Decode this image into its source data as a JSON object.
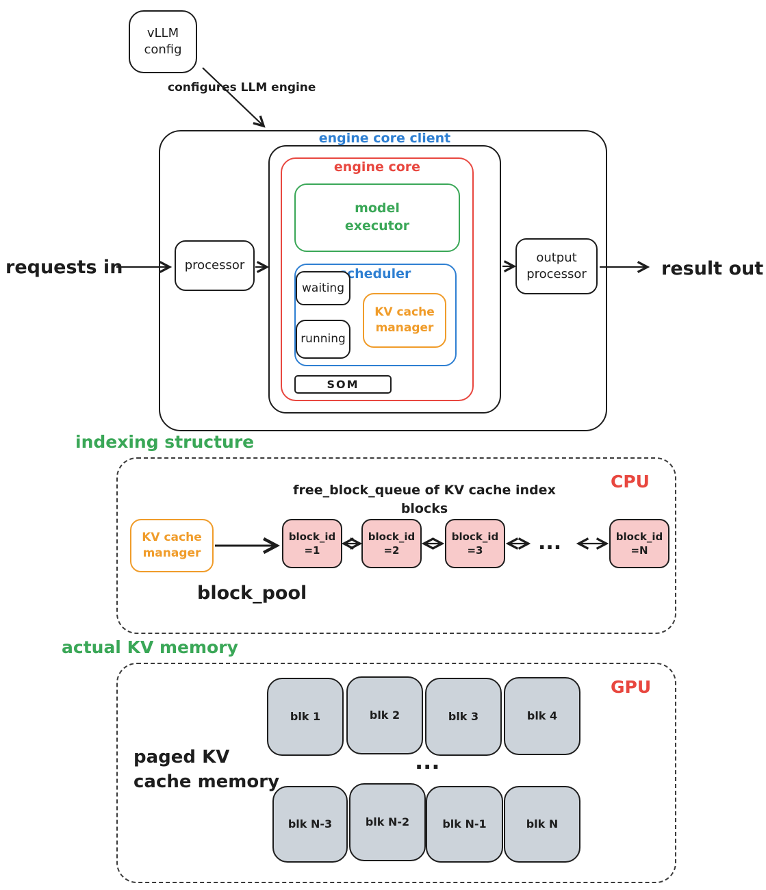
{
  "colors": {
    "blue": "#2e7fd2",
    "red": "#e8473f",
    "green": "#3aa757",
    "orange": "#f09c2a",
    "pink": "#f8caca",
    "gray": "#ccd3da",
    "ink": "#1d1d1d"
  },
  "engine": {
    "config_box": "vLLM\nconfig",
    "configures_label": "configures LLM engine",
    "requests_in": "requests in",
    "result_out": "result out",
    "client_label": "engine core client",
    "core_label": "engine core",
    "model_executor": "model\nexecutor",
    "scheduler_label": "scheduler",
    "waiting": "waiting",
    "running": "running",
    "kv_cache_manager": "KV cache\nmanager",
    "som": "SOM",
    "processor": "processor",
    "output_processor": "output\nprocessor"
  },
  "indexing": {
    "section_label": "indexing structure",
    "region_label": "CPU",
    "queue_title": "free_block_queue of KV cache index blocks",
    "kv_cache_manager": "KV cache\nmanager",
    "block_pool_label": "block_pool",
    "blocks": [
      "block_id\n=1",
      "block_id\n=2",
      "block_id\n=3",
      "block_id\n=N"
    ],
    "ellipsis": "..."
  },
  "memory": {
    "section_label": "actual KV memory",
    "region_label": "GPU",
    "paged_label": "paged KV\ncache memory",
    "row1": [
      "blk 1",
      "blk 2",
      "blk 3",
      "blk 4"
    ],
    "row2": [
      "blk N-3",
      "blk N-2",
      "blk N-1",
      "blk N"
    ],
    "ellipsis": "..."
  }
}
